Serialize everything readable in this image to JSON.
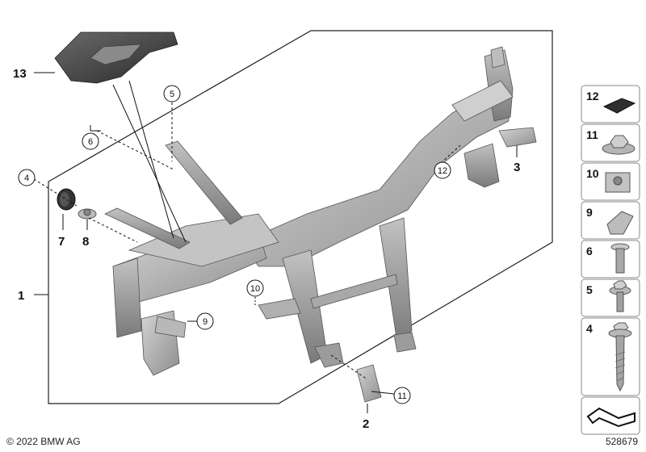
{
  "callouts": {
    "c1": "1",
    "c2": "2",
    "c3": "3",
    "c4": "4",
    "c5": "5",
    "c6": "6",
    "c7": "7",
    "c8": "8",
    "c9": "9",
    "c10": "10",
    "c11": "11",
    "c12": "12",
    "c13": "13"
  },
  "side_panel": {
    "items": [
      "12",
      "11",
      "10",
      "9",
      "6",
      "5",
      "4"
    ]
  },
  "footer": {
    "copyright": "© 2022 BMW AG",
    "diagram_id": "528679"
  }
}
